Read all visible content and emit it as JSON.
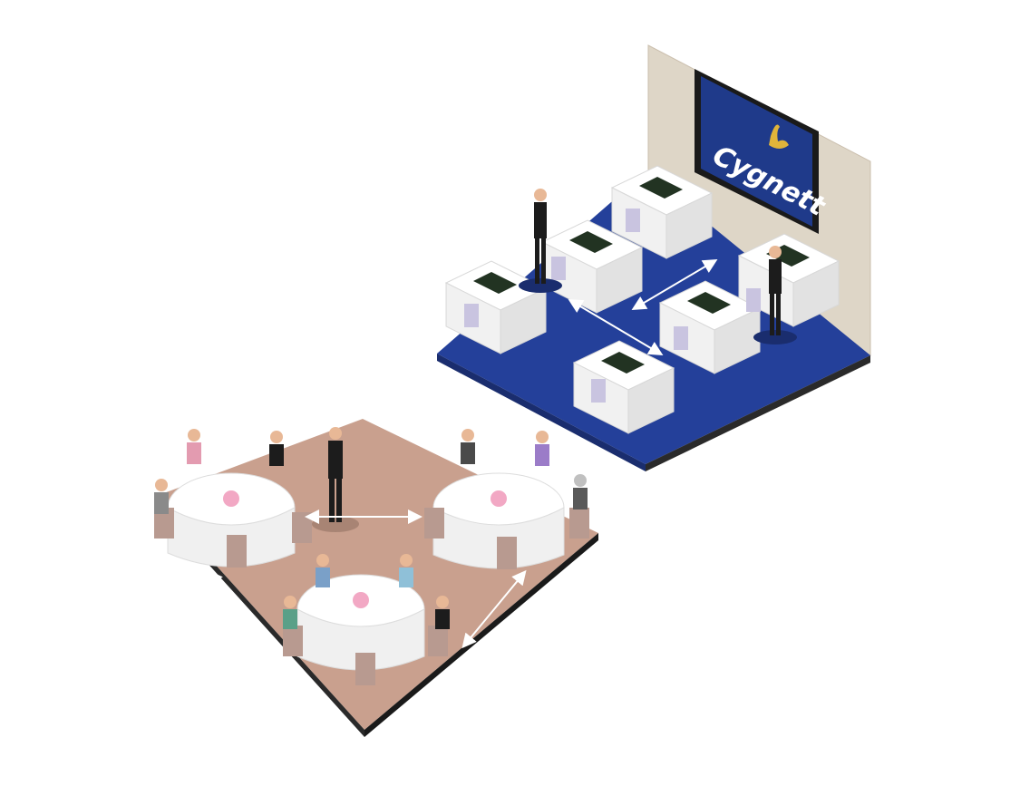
{
  "screen": {
    "logo_text": "Cygnett",
    "logo_icon": "swan-icon",
    "background": "#1f3a8a",
    "logo_accent": "#e0b43a"
  },
  "palette": {
    "carpet": "#24409a",
    "banquet_floor": "#c9a08e",
    "wall": "#ded6c7",
    "tablecloth": "#ffffff"
  },
  "scenes": [
    "classroom-setup",
    "banquet-setup"
  ]
}
